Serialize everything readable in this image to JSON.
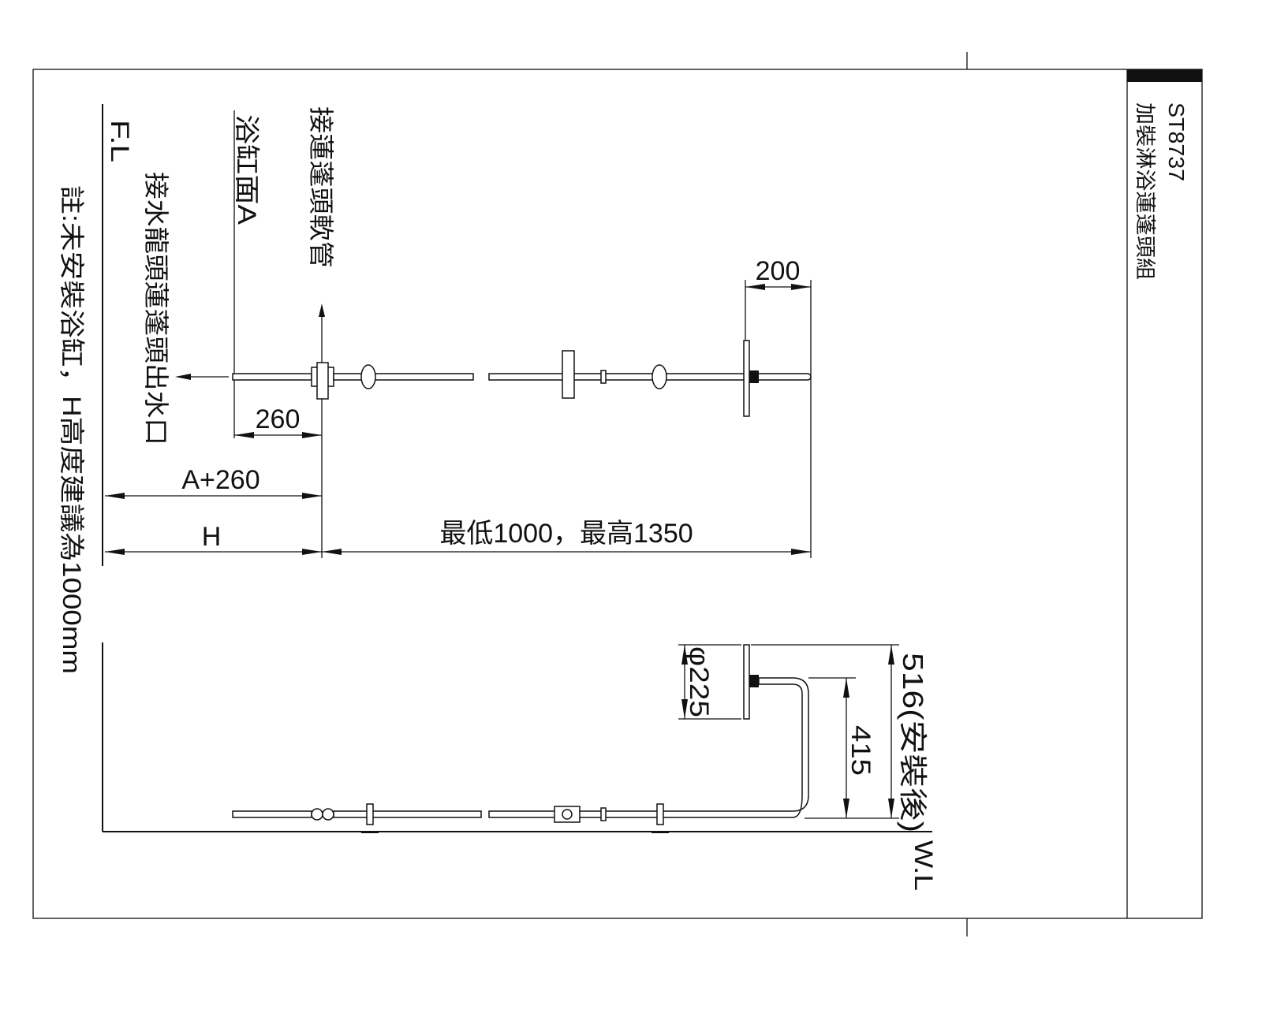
{
  "title_block": {
    "model": "ST8737",
    "product_name": "加裝淋浴蓮蓬頭組"
  },
  "labels": {
    "floor_level": "F.L",
    "tub_surface": "浴缸面A",
    "shower_hose": "接蓮蓬頭軟管",
    "faucet_outlet": "接水龍頭蓮蓬頭出水口",
    "note": "註:未安裝浴缸，H高度建議為1000mm",
    "wall_level": "W.L"
  },
  "dimensions": {
    "head_reach": "200",
    "hose_offset": "260",
    "a_plus": "A+260",
    "height_h": "H",
    "riser_range": "最低1000，最高1350",
    "head_diameter": "φ225",
    "arm_height": "415",
    "installed_depth": "516(安裝後)"
  }
}
